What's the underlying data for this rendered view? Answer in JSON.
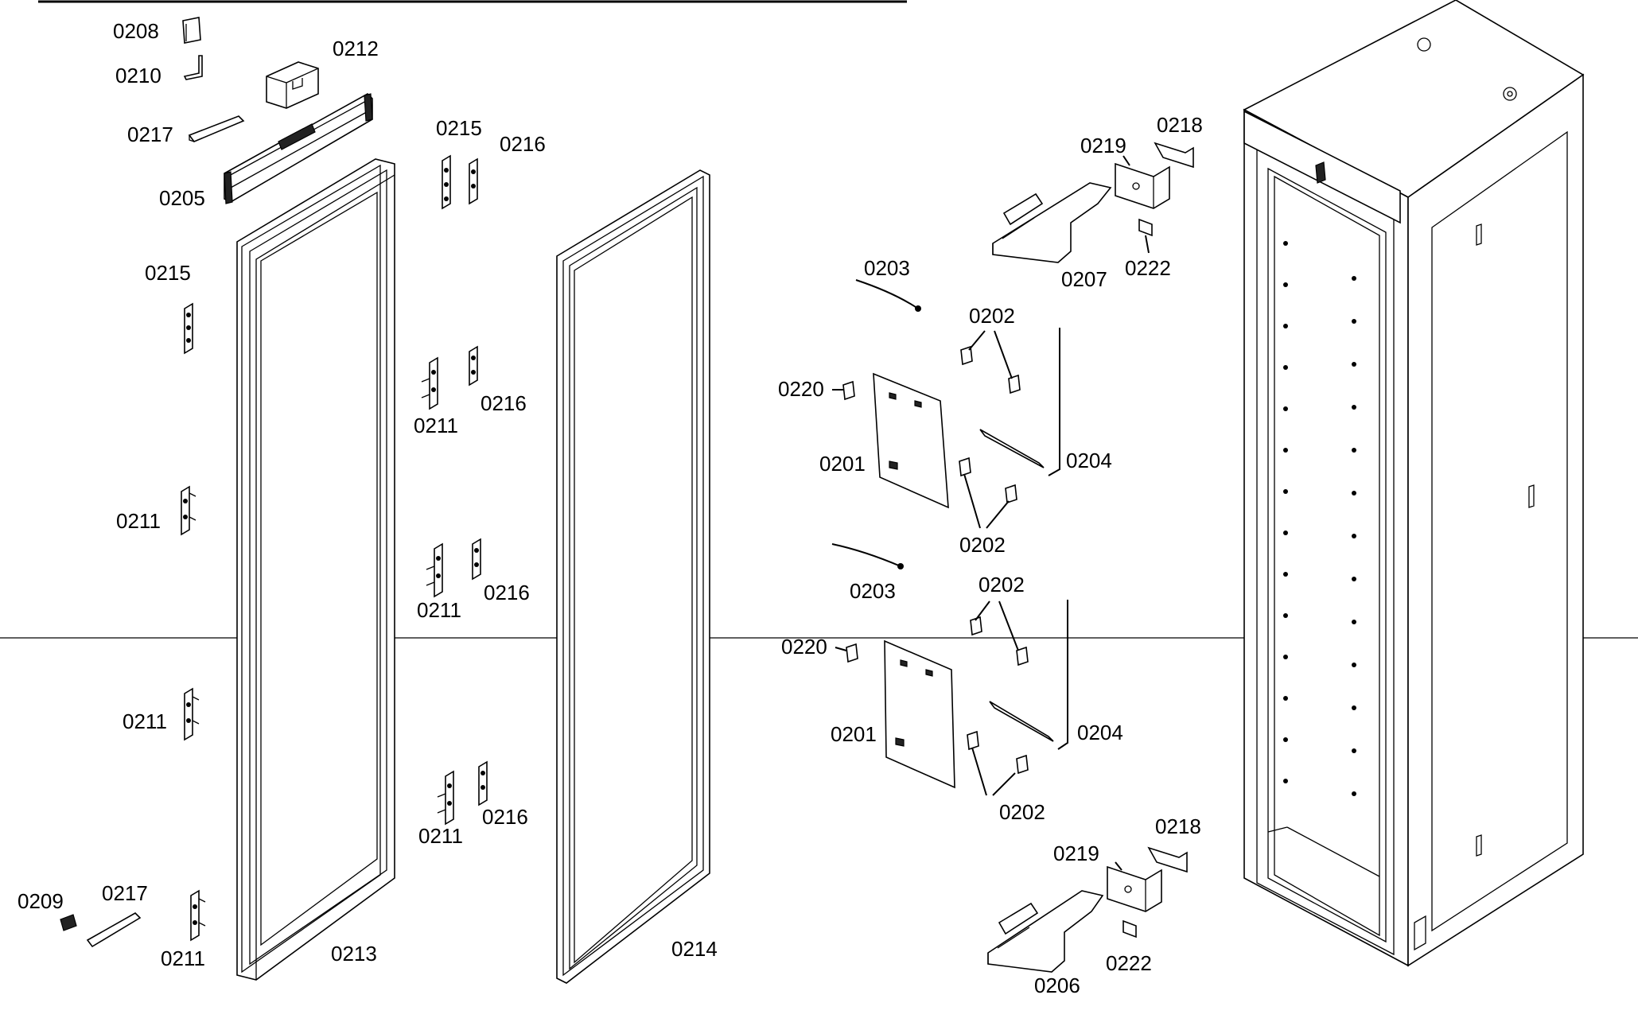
{
  "labels": {
    "l0208": "0208",
    "l0210": "0210",
    "l0212": "0212",
    "l0217a": "0217",
    "l0205": "0205",
    "l0215a": "0215",
    "l0215b": "0215",
    "l0216a": "0216",
    "l0211a": "0211",
    "l0216b": "0216",
    "l0211b": "0211",
    "l0211c": "0211",
    "l0216c": "0216",
    "l0211d": "0211",
    "l0211e": "0211",
    "l0216d": "0216",
    "l0209": "0209",
    "l0217b": "0217",
    "l0211f": "0211",
    "l0213": "0213",
    "l0214": "0214",
    "l0219a": "0219",
    "l0218a": "0218",
    "l0207": "0207",
    "l0222a": "0222",
    "l0203a": "0203",
    "l0202a": "0202",
    "l0220a": "0220",
    "l0201a": "0201",
    "l0204a": "0204",
    "l0202b": "0202",
    "l0203b": "0203",
    "l0202c": "0202",
    "l0220b": "0220",
    "l0201b": "0201",
    "l0204b": "0204",
    "l0202d": "0202",
    "l0219b": "0219",
    "l0218b": "0218",
    "l0222b": "0222",
    "l0206": "0206"
  }
}
